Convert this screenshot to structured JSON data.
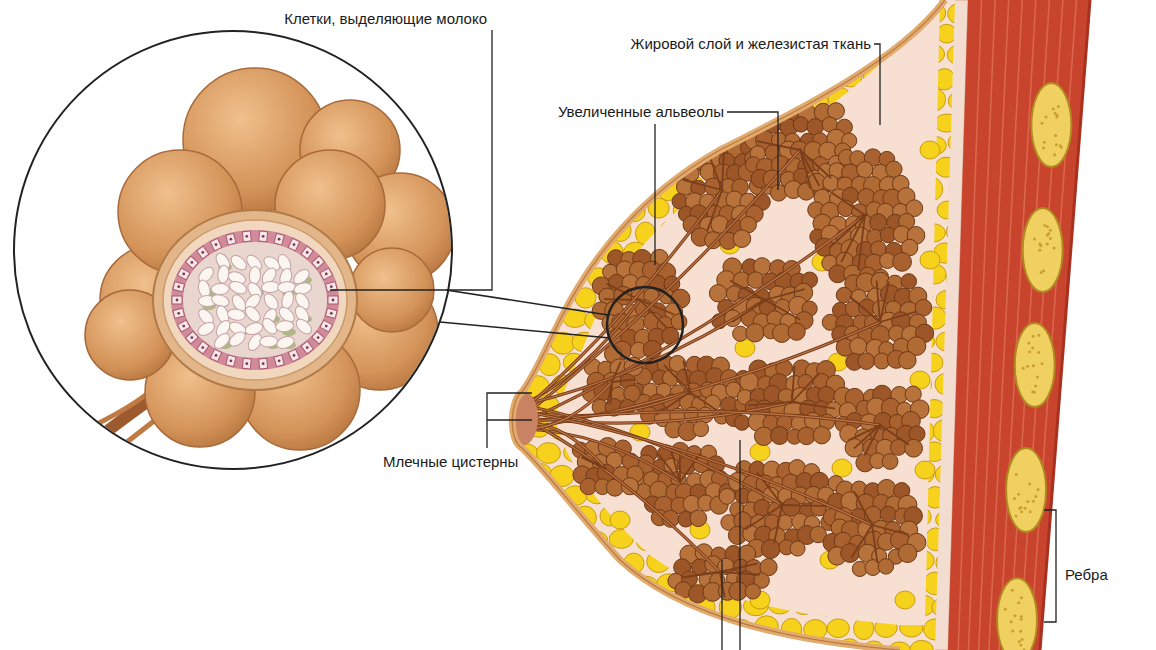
{
  "diagram": {
    "labels": [
      "Клетки, выделяющие молоко",
      "Жировой слой и железистая ткань",
      "Увеличенные альвеолы",
      "Млечные цистерны",
      "Ребра"
    ]
  }
}
